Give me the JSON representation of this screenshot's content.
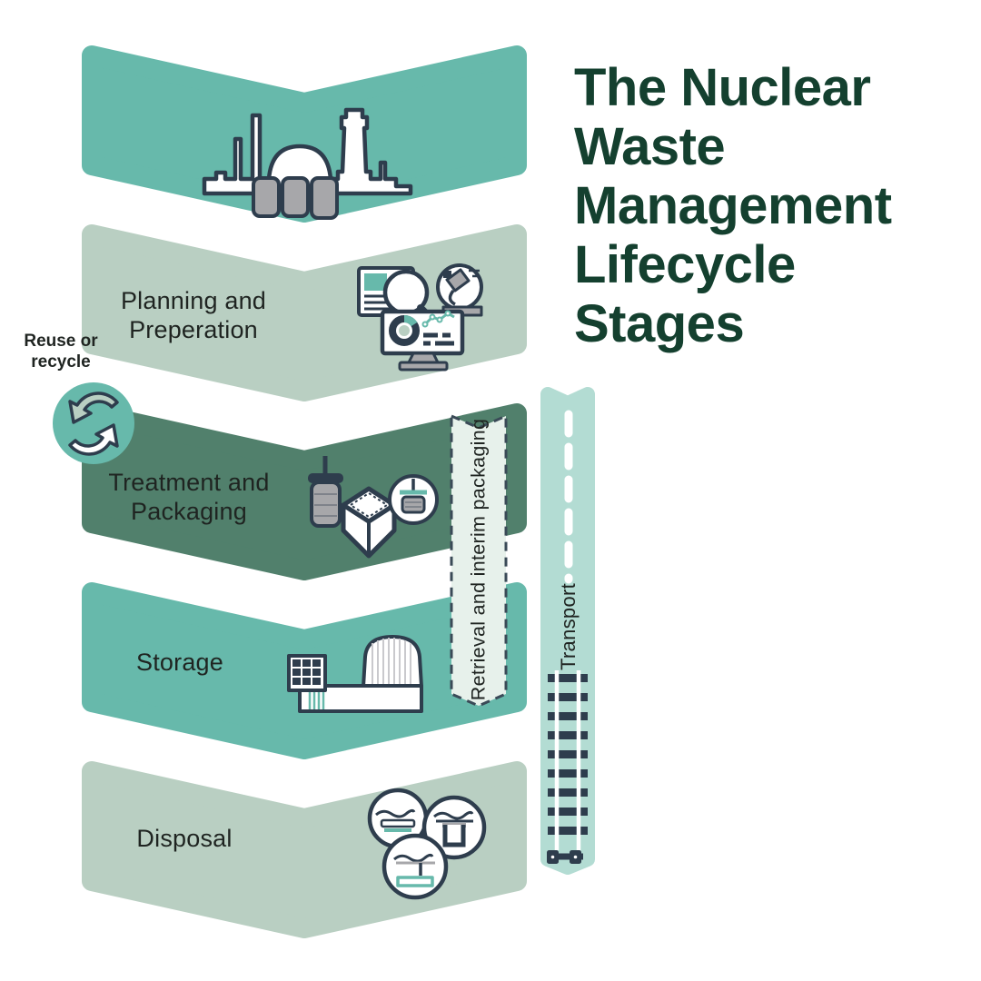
{
  "title": "The Nuclear\nWaste\nManagement\nLifecycle\nStages",
  "stages": [
    {
      "name": "waste-reception",
      "label": "",
      "icon": "nuclear-plant-icon",
      "color": "#67b9ab"
    },
    {
      "name": "planning",
      "label": "Planning and\nPreperation",
      "icon": "planning-research-icon",
      "color": "#b9cfc2"
    },
    {
      "name": "treatment",
      "label": "Treatment and\nPackaging",
      "icon": "treatment-packaging-icon",
      "color": "#51806c"
    },
    {
      "name": "storage",
      "label": "Storage",
      "icon": "storage-facility-icon",
      "color": "#67b9ab"
    },
    {
      "name": "disposal",
      "label": "Disposal",
      "icon": "disposal-vaults-icon",
      "color": "#b9cfc2"
    }
  ],
  "annotations": {
    "reuse_label": "Reuse or\nrecycle",
    "retrieval_label": "Retrieval and interim packaging",
    "transport_label": "Transport"
  },
  "icons": [
    "recycle-icon",
    "road-dashed-line-icon",
    "railway-track-icon"
  ],
  "colors": {
    "teal": "#67b9ab",
    "sage": "#b9cfc2",
    "dark_green": "#51806c",
    "mint": "#b3dcd3",
    "pale": "#e7f1eb",
    "title_green": "#14402f",
    "ink": "#2e3d4d",
    "ink_text": "#1f2421",
    "gray": "#a7a7aa",
    "light_gray": "#c9c9cd",
    "white": "#ffffff"
  }
}
